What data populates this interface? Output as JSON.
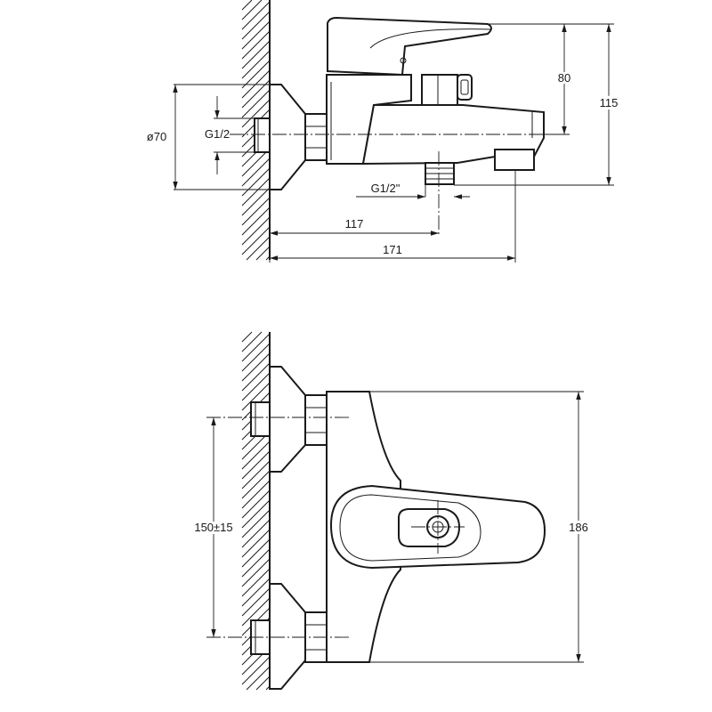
{
  "side_view": {
    "dim_diameter": "ø70",
    "dim_inlet_thread": "G1/2",
    "dim_outlet_thread": "G1/2\"",
    "dim_117": "117",
    "dim_171": "171",
    "dim_80": "80",
    "dim_115": "115"
  },
  "front_view": {
    "dim_centers": "150±15",
    "dim_height": "186"
  }
}
